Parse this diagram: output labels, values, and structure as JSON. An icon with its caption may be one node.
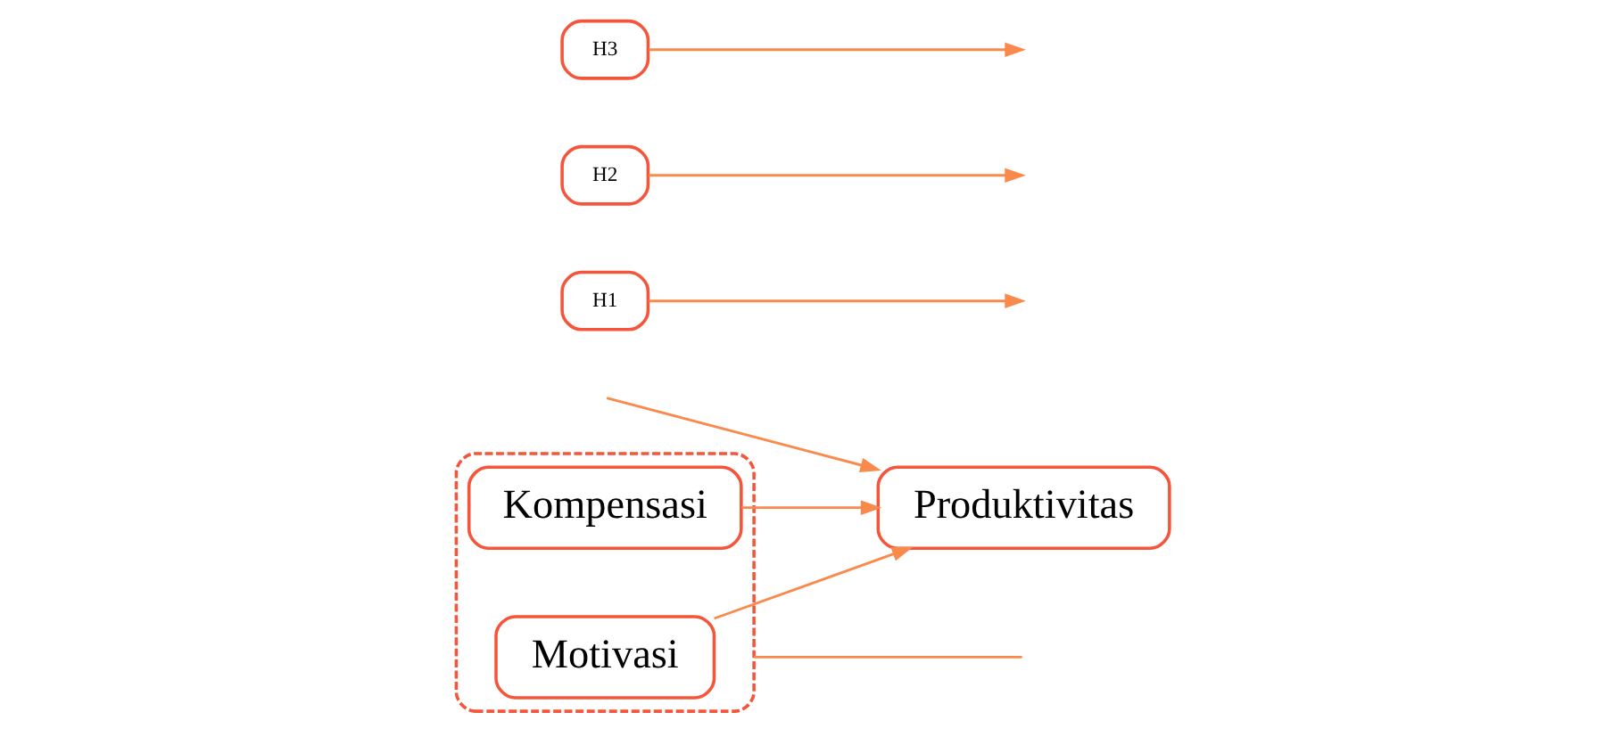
{
  "diagram": {
    "nodes": [
      {
        "text": [],
        "shape": "box"
      },
      {
        "text": [
          "Motivasi"
        ],
        "in": 0
      },
      {
        "text": [
          "Kompensasi"
        ],
        "in": 0
      },
      {
        "text": [
          "Produktivitas"
        ]
      },
      {
        "text": [
          "H1"
        ]
      },
      {
        "text": [
          "H2"
        ]
      },
      {
        "text": [
          "H3"
        ]
      }
    ],
    "edges": [
      {
        "from": 1,
        "to": 3,
        "arrow": "to"
      },
      {
        "from": 2,
        "to": 3,
        "arrow": "to"
      },
      {
        "from": 4,
        "to": null,
        "arrow": "to"
      },
      {
        "from": 5,
        "to": null,
        "arrow": "to"
      },
      {
        "from": 6,
        "to": null,
        "arrow": "to"
      },
      {
        "from": 0,
        "to": null,
        "arrow": "none"
      },
      {
        "from": null,
        "to": 3,
        "arrow": "to"
      }
    ]
  }
}
